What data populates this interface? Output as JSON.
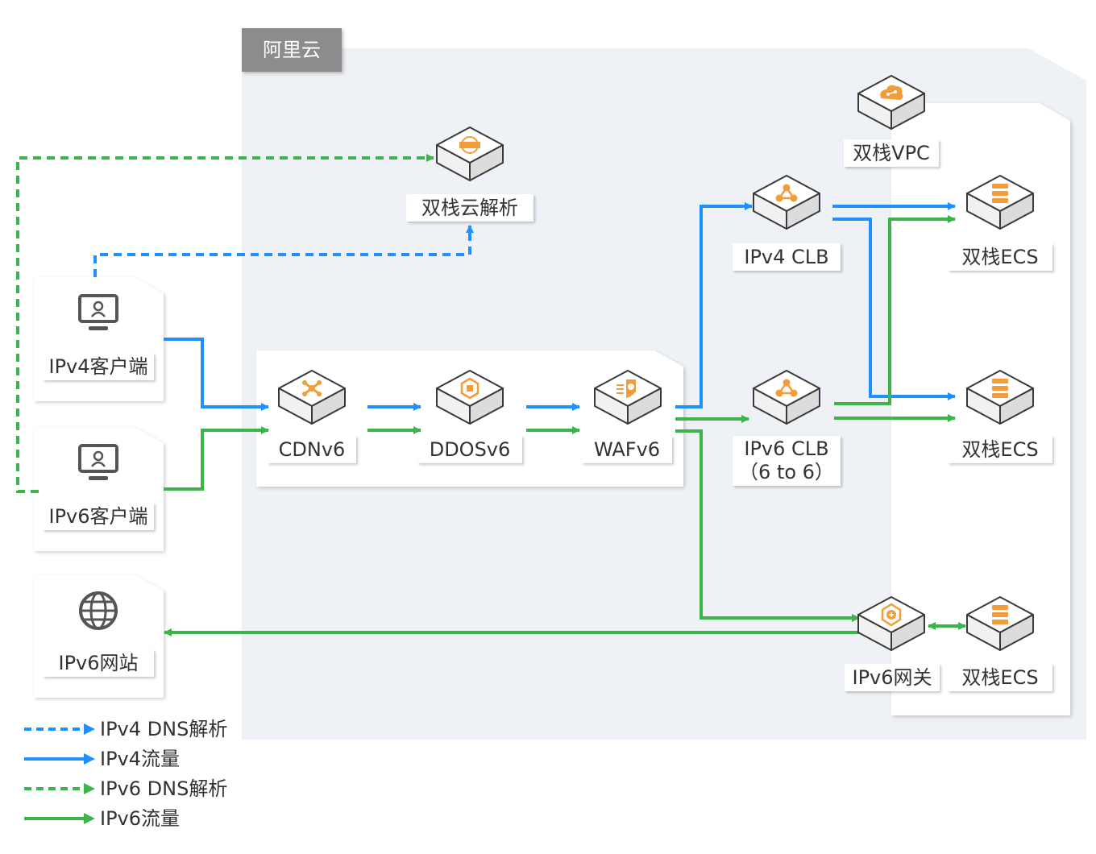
{
  "region_label": "阿里云",
  "colors": {
    "ipv4": "#1e90ff",
    "ipv6": "#3bb54a",
    "icon_orange": "#f39c3a",
    "region_bg": "#eef1f5",
    "tag_gray": "#8c8c8c"
  },
  "clients": {
    "ipv4_client": {
      "label": "IPv4客户端",
      "icon": "monitor-user-icon"
    },
    "ipv6_client": {
      "label": "IPv6客户端",
      "icon": "monitor-user-icon"
    },
    "ipv6_site": {
      "label": "IPv6网站",
      "icon": "globe-icon"
    }
  },
  "services": {
    "dns": {
      "label": "双栈云解析",
      "icon": "dns-icon"
    },
    "cdn": {
      "label": "CDNv6",
      "icon": "cdn-icon"
    },
    "ddos": {
      "label": "DDOSv6",
      "icon": "ddos-shield-icon"
    },
    "waf": {
      "label": "WAFv6",
      "icon": "waf-icon"
    },
    "clb4": {
      "label": "IPv4 CLB",
      "icon": "load-balancer-icon"
    },
    "clb6": {
      "label_line1": "IPv6 CLB",
      "label_line2": "（6 to 6）",
      "icon": "load-balancer-icon"
    },
    "vpc": {
      "label": "双栈VPC",
      "icon": "vpc-cloud-icon"
    },
    "ecs1": {
      "label": "双栈ECS",
      "icon": "server-icon"
    },
    "ecs2": {
      "label": "双栈ECS",
      "icon": "server-icon"
    },
    "ecs3": {
      "label": "双栈ECS",
      "icon": "server-icon"
    },
    "gateway": {
      "label": "IPv6网关",
      "icon": "gateway-icon"
    }
  },
  "legend": [
    {
      "label": "IPv4 DNS解析",
      "style": "dashed",
      "color": "#1e90ff"
    },
    {
      "label": "IPv4流量",
      "style": "solid",
      "color": "#1e90ff"
    },
    {
      "label": "IPv6 DNS解析",
      "style": "dashed",
      "color": "#3bb54a"
    },
    {
      "label": "IPv6流量",
      "style": "solid",
      "color": "#3bb54a"
    }
  ]
}
